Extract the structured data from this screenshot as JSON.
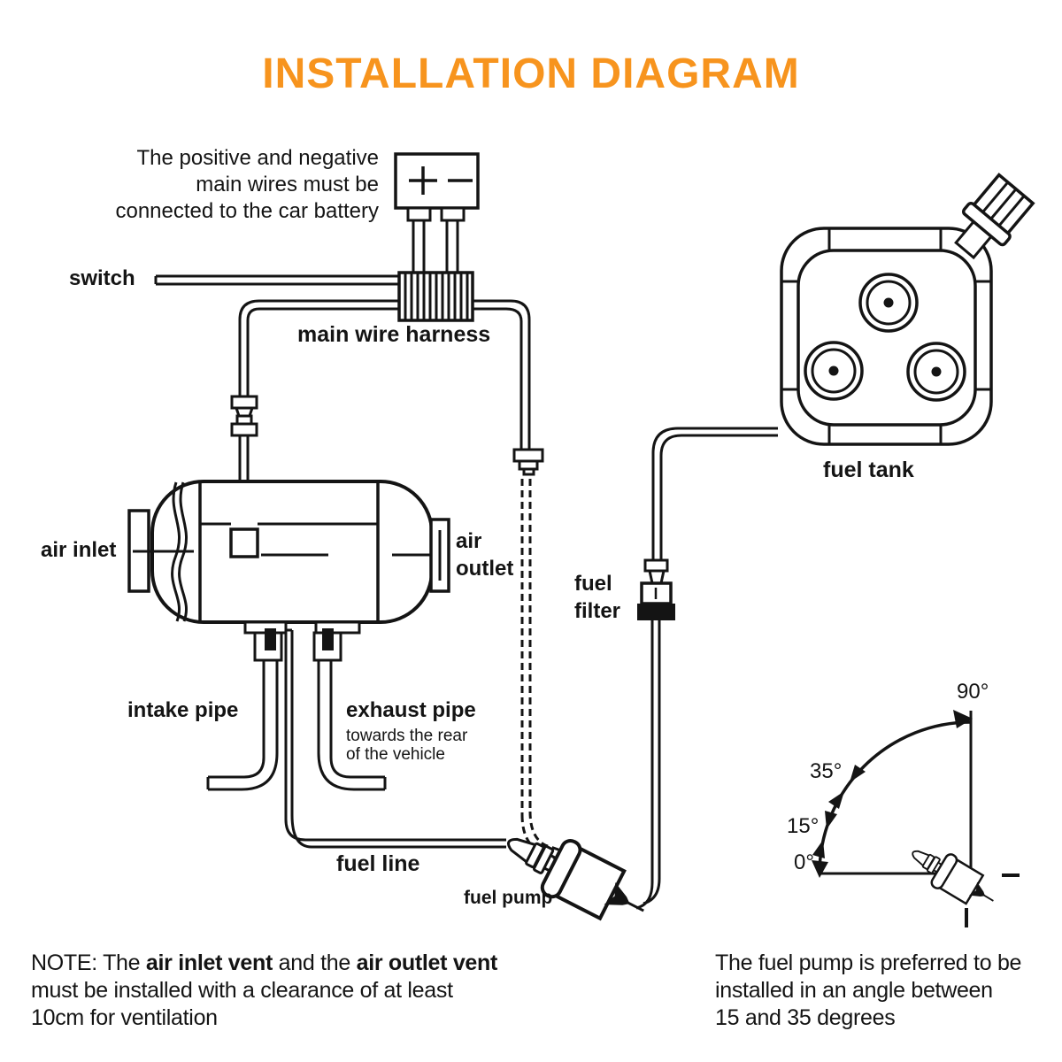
{
  "title": "INSTALLATION DIAGRAM",
  "colors": {
    "accent": "#F7941E",
    "line": "#141414",
    "background": "#FFFFFF"
  },
  "annotations": {
    "battery_note": {
      "line1": "The positive and negative",
      "line2": "main wires must be",
      "line3": "connected to the car battery"
    },
    "switch": "switch",
    "main_wire_harness": "main wire harness",
    "air_inlet": "air inlet",
    "air_outlet_line1": "air",
    "air_outlet_line2": "outlet",
    "fuel_filter_line1": "fuel",
    "fuel_filter_line2": "filter",
    "fuel_tank": "fuel tank",
    "intake_pipe": "intake pipe",
    "exhaust_pipe": "exhaust pipe",
    "exhaust_sub_line1": "towards the rear",
    "exhaust_sub_line2": "of the vehicle",
    "fuel_line": "fuel line",
    "fuel_pump": "fuel pump"
  },
  "angle_diagram": {
    "deg_90": "90°",
    "deg_35": "35°",
    "deg_15": "15°",
    "deg_0": "0°"
  },
  "notes": {
    "left": {
      "prefix": "NOTE: The ",
      "bold1": "air inlet vent",
      "middle": " and the ",
      "bold2": "air outlet vent",
      "line2": "must be installed with a clearance of at least",
      "line3": "10cm for ventilation"
    },
    "right": {
      "line1": "The fuel pump is preferred to be",
      "line2": "installed in an angle between",
      "line3": "15 and 35 degrees"
    }
  },
  "components": [
    "battery-connector",
    "switch-wire",
    "main-wire-harness",
    "heater-unit",
    "air-inlet-flange",
    "air-outlet-flange",
    "intake-pipe",
    "exhaust-pipe",
    "fuel-line",
    "fuel-pump",
    "fuel-filter",
    "fuel-tank",
    "pump-angle-diagram"
  ]
}
